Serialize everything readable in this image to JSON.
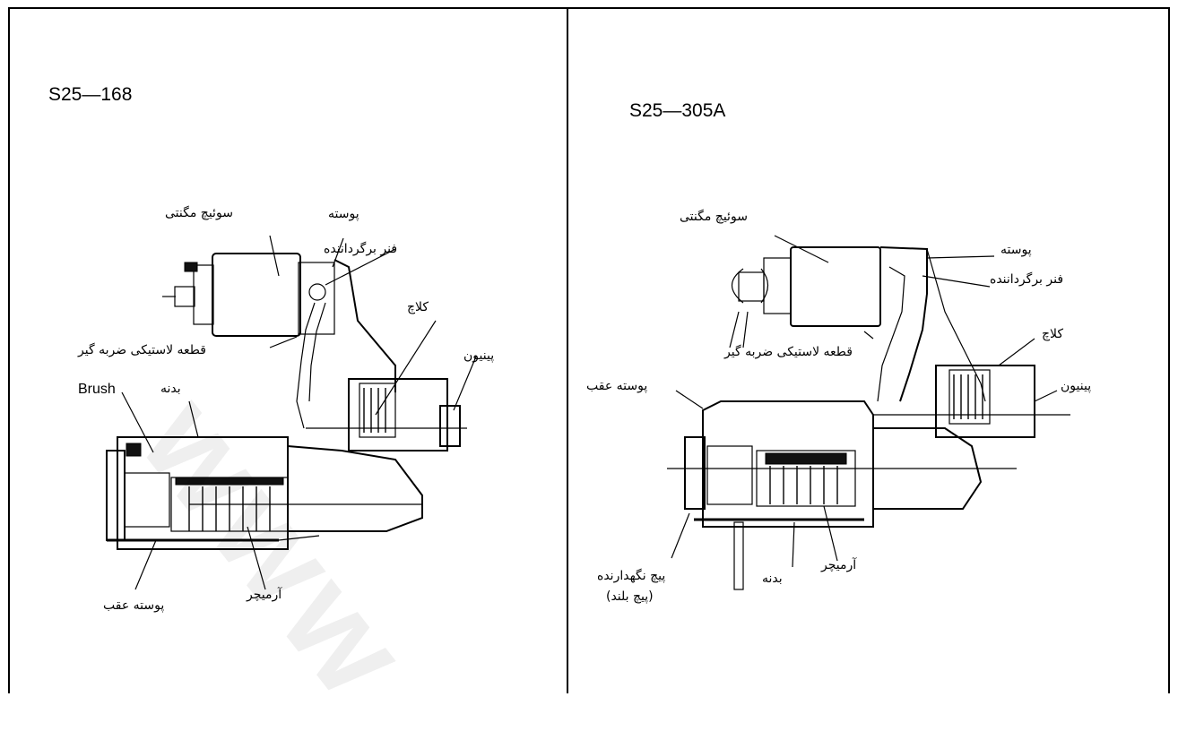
{
  "left_figure": {
    "code": "S25—168",
    "labels": {
      "magnetic_switch": "سوئیچ مگنتی",
      "housing": "پوسته",
      "return_spring": "فنر برگرداننده",
      "clutch": "کلاچ",
      "rubber_damper": "قطعه لاستیکی ضربه گیر",
      "pinion": "پینیون",
      "brush": "Brush",
      "yoke": "بدنه",
      "armature": "آرمیچر",
      "rear_cover": "پوسته عقب"
    }
  },
  "right_figure": {
    "code": "S25—305A",
    "labels": {
      "magnetic_switch": "سوئیچ مگنتی",
      "housing": "پوسته",
      "return_spring": "فنر برگرداننده",
      "clutch": "کلاچ",
      "rubber_damper": "قطعه لاستیکی ضربه گیر",
      "pinion": "پینیون",
      "rear_cover": "پوسته عقب",
      "through_bolt": "پیچ نگهدارنده",
      "through_bolt_note": "(پیچ بلند)",
      "armature": "آرمیچر",
      "yoke": "بدنه"
    }
  }
}
